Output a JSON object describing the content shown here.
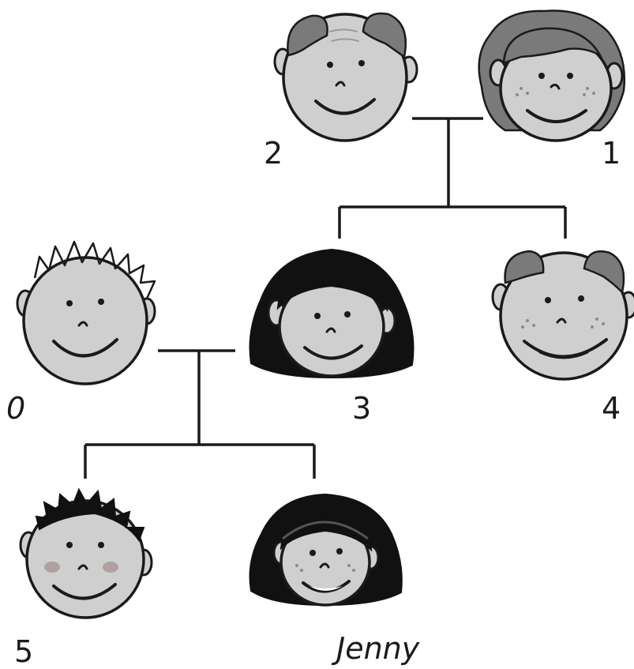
{
  "labels": {
    "p1": "1",
    "p2": "2",
    "p3": "3",
    "p4": "4",
    "p5": "5",
    "p0": "0",
    "jenny": "Jenny"
  }
}
